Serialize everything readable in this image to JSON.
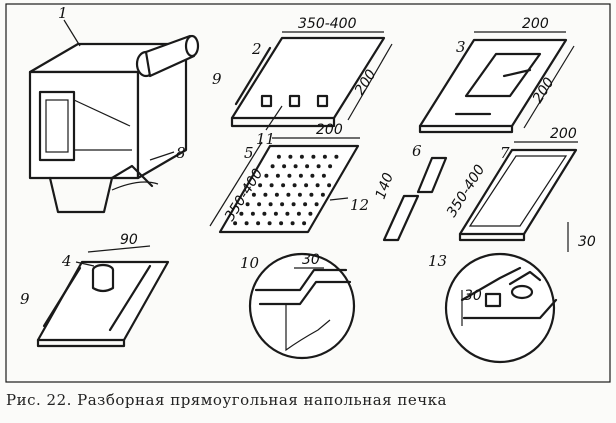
{
  "figure": {
    "caption": "Рис. 22. Разборная прямоугольная напольная печка",
    "part_labels": {
      "p1": "1",
      "p2": "2",
      "p3": "3",
      "p4": "4",
      "p5": "5",
      "p6": "6",
      "p7": "7",
      "p8": "8",
      "p9a": "9",
      "p9b": "9",
      "p10": "10",
      "p11": "11",
      "p12": "12",
      "p13": "13"
    },
    "dimensions": {
      "d350_top": "350-400",
      "d200_p2": "200",
      "d200_p3_top": "200",
      "d200_p3_side": "200",
      "d200_p5": "200",
      "d350_p5": "350-400",
      "d140": "140",
      "d200_p7": "200",
      "d350_p7": "350-400",
      "d30_p7": "30",
      "d90": "90",
      "d30_c10": "30",
      "d30_c13": "30"
    }
  }
}
